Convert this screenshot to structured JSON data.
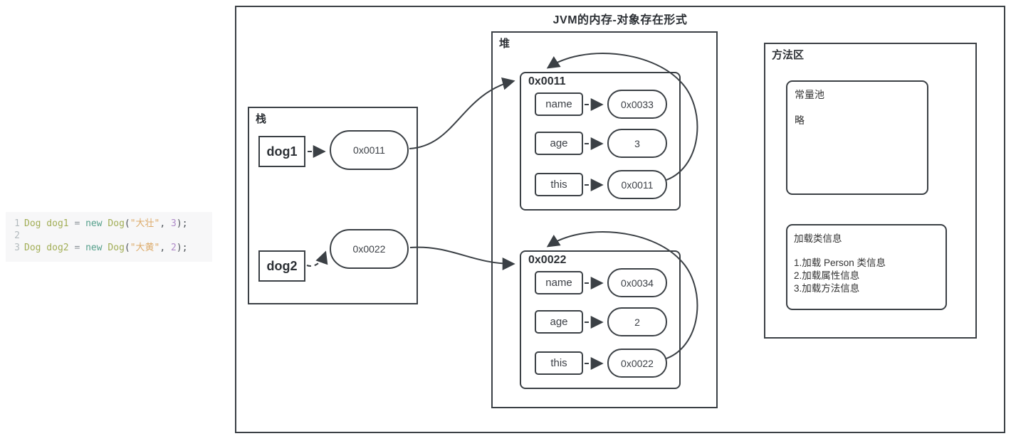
{
  "diagram": {
    "title": "JVM的内存-对象存在形式"
  },
  "code": {
    "palette": {
      "type": "#a2ae56",
      "op": "#8a9196",
      "kw": "#56a08c",
      "str": "#dcaa69",
      "num": "#b08bc9",
      "punct": "#4c5258",
      "plain": "#4c5258",
      "line_num": "#b3bbbe"
    },
    "lines": [
      {
        "num": "1",
        "tokens": [
          {
            "text": "Dog dog1",
            "cls": "type"
          },
          {
            "text": " = ",
            "cls": "op"
          },
          {
            "text": "new",
            "cls": "kw"
          },
          {
            "text": " ",
            "cls": "plain"
          },
          {
            "text": "Dog",
            "cls": "type"
          },
          {
            "text": "(",
            "cls": "punct"
          },
          {
            "text": "\"大壮\"",
            "cls": "str"
          },
          {
            "text": ", ",
            "cls": "punct"
          },
          {
            "text": "3",
            "cls": "num"
          },
          {
            "text": ");",
            "cls": "punct"
          }
        ]
      },
      {
        "num": "2",
        "tokens": []
      },
      {
        "num": "3",
        "tokens": [
          {
            "text": "Dog dog2",
            "cls": "type"
          },
          {
            "text": " = ",
            "cls": "op"
          },
          {
            "text": "new",
            "cls": "kw"
          },
          {
            "text": " ",
            "cls": "plain"
          },
          {
            "text": "Dog",
            "cls": "type"
          },
          {
            "text": "(",
            "cls": "punct"
          },
          {
            "text": "\"大黄\"",
            "cls": "str"
          },
          {
            "text": ", ",
            "cls": "punct"
          },
          {
            "text": "2",
            "cls": "num"
          },
          {
            "text": ");",
            "cls": "punct"
          }
        ]
      }
    ]
  },
  "stack": {
    "label": "栈",
    "vars": [
      {
        "name": "dog1",
        "ref": "0x0011"
      },
      {
        "name": "dog2",
        "ref": "0x0022"
      }
    ]
  },
  "heap": {
    "label": "堆",
    "objects": [
      {
        "address": "0x0011",
        "fields": [
          {
            "key": "name",
            "value": "0x0033"
          },
          {
            "key": "age",
            "value": "3"
          },
          {
            "key": "this",
            "value": "0x0011"
          }
        ]
      },
      {
        "address": "0x0022",
        "fields": [
          {
            "key": "name",
            "value": "0x0034"
          },
          {
            "key": "age",
            "value": "2"
          },
          {
            "key": "this",
            "value": "0x0022"
          }
        ]
      }
    ]
  },
  "method_area": {
    "label": "方法区",
    "constant_pool": {
      "title": "常量池",
      "note": "略"
    },
    "class_info": {
      "title": "加载类信息",
      "items": [
        "1.加载 Person 类信息",
        "2.加载属性信息",
        "3.加载方法信息"
      ]
    }
  },
  "colors": {
    "stroke": "#3b4045",
    "code_bg": "#f7f7f8"
  }
}
